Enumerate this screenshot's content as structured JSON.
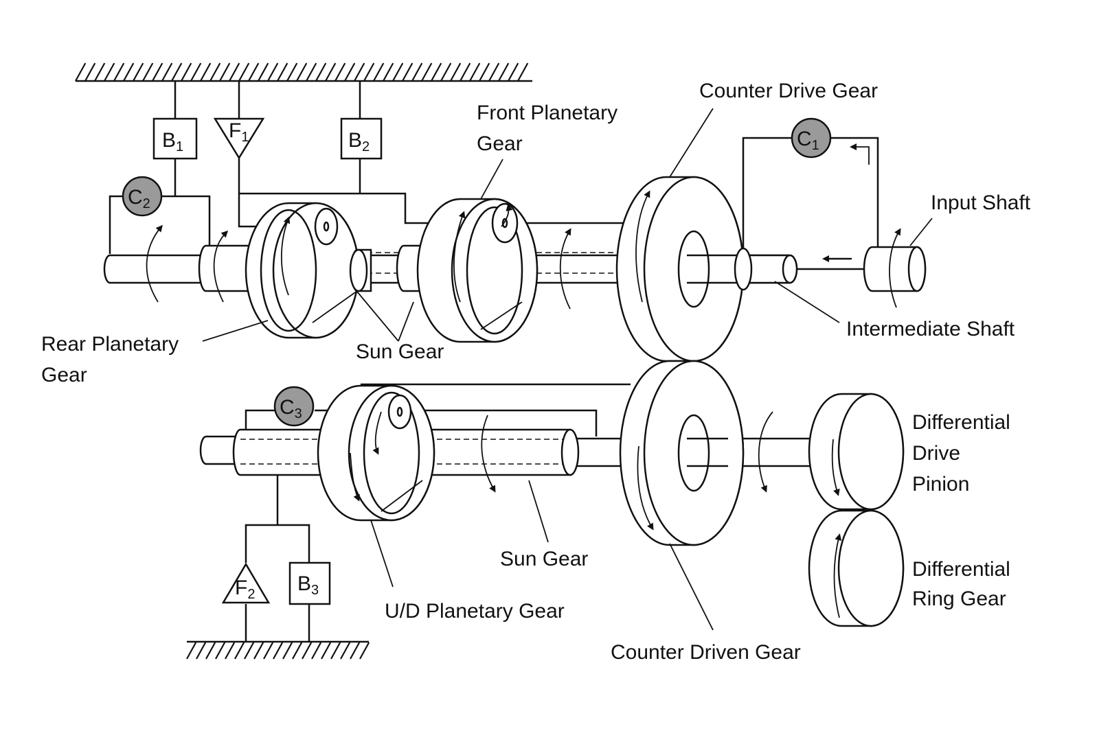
{
  "labels": {
    "counter_drive_gear": "Counter Drive Gear",
    "front_planetary_1": "Front Planetary",
    "front_planetary_2": "Gear",
    "input_shaft": "Input Shaft",
    "intermediate_shaft": "Intermediate Shaft",
    "rear_planetary_1": "Rear Planetary",
    "rear_planetary_2": "Gear",
    "sun_gear_upper": "Sun Gear",
    "sun_gear_lower": "Sun Gear",
    "ud_planetary": "U/D Planetary Gear",
    "counter_driven_gear": "Counter Driven Gear",
    "diff_drive_1": "Differential",
    "diff_drive_2": "Drive",
    "diff_drive_3": "Pinion",
    "diff_ring_1": "Differential",
    "diff_ring_2": "Ring Gear"
  },
  "elements": {
    "b1": {
      "letter": "B",
      "sub": "1"
    },
    "b2": {
      "letter": "B",
      "sub": "2"
    },
    "b3": {
      "letter": "B",
      "sub": "3"
    },
    "f1": {
      "letter": "F",
      "sub": "1"
    },
    "f2": {
      "letter": "F",
      "sub": "2"
    },
    "c1": {
      "letter": "C",
      "sub": "1"
    },
    "c2": {
      "letter": "C",
      "sub": "2"
    },
    "c3": {
      "letter": "C",
      "sub": "3"
    }
  },
  "colors": {
    "line": "#111111",
    "clutch_fill": "#9a9a9a"
  }
}
